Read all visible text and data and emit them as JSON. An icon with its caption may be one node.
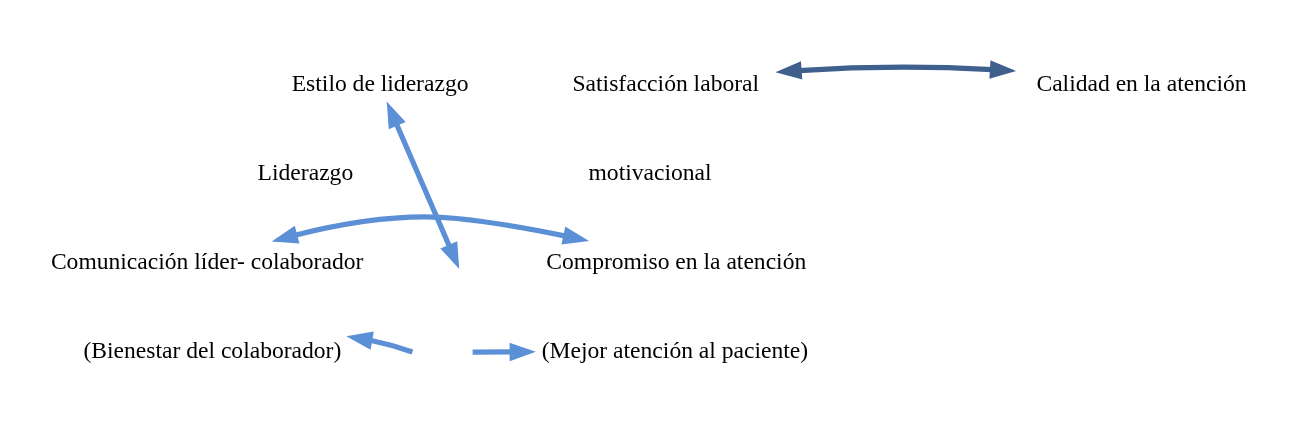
{
  "diagram": {
    "nodes": [
      {
        "text": [
          "Estilo de liderazgo"
        ]
      },
      {
        "text": [
          "Satisfacción laboral"
        ]
      },
      {
        "text": [
          "Calidad en la atención"
        ]
      },
      {
        "text": [
          "Liderazgo"
        ]
      },
      {
        "text": [
          "motivacional"
        ]
      },
      {
        "text": [
          "Comunicación líder- colaborador"
        ]
      },
      {
        "text": [
          "Compromiso en la atención"
        ]
      },
      {
        "text": [
          "(Bienestar del colaborador)"
        ]
      },
      {
        "text": [
          "(Mejor atención al paciente)"
        ]
      }
    ],
    "edges": [
      {
        "from": 1,
        "to": 2,
        "arrow": "both",
        "color": "#3f5f8c"
      },
      {
        "from": 0,
        "to": null,
        "arrow": "both"
      },
      {
        "from": 5,
        "to": 6,
        "arrow": "both"
      },
      {
        "from": null,
        "to": 7,
        "arrow": "to"
      },
      {
        "from": null,
        "to": 8,
        "arrow": "to"
      }
    ]
  }
}
